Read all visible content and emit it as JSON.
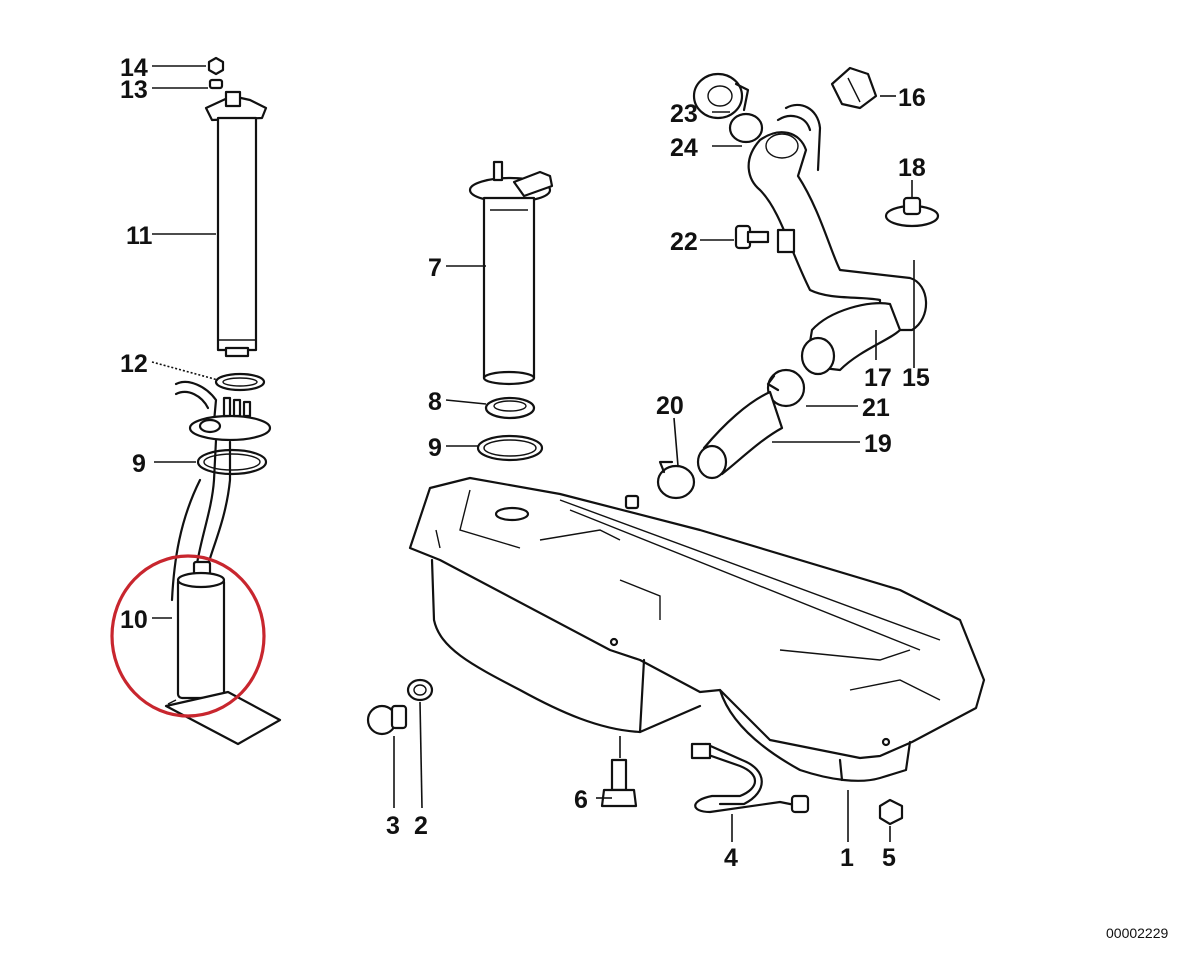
{
  "callouts": {
    "c1": "1",
    "c2": "2",
    "c3": "3",
    "c4": "4",
    "c5": "5",
    "c6": "6",
    "c7": "7",
    "c8": "8",
    "c9a": "9",
    "c9b": "9",
    "c10": "10",
    "c11": "11",
    "c12": "12",
    "c13": "13",
    "c14": "14",
    "c15": "15",
    "c16": "16",
    "c17": "17",
    "c18": "18",
    "c19": "19",
    "c20": "20",
    "c21": "21",
    "c22": "22",
    "c23": "23",
    "c24": "24"
  },
  "document_id": "00002229",
  "highlight_color": "#c8262e"
}
